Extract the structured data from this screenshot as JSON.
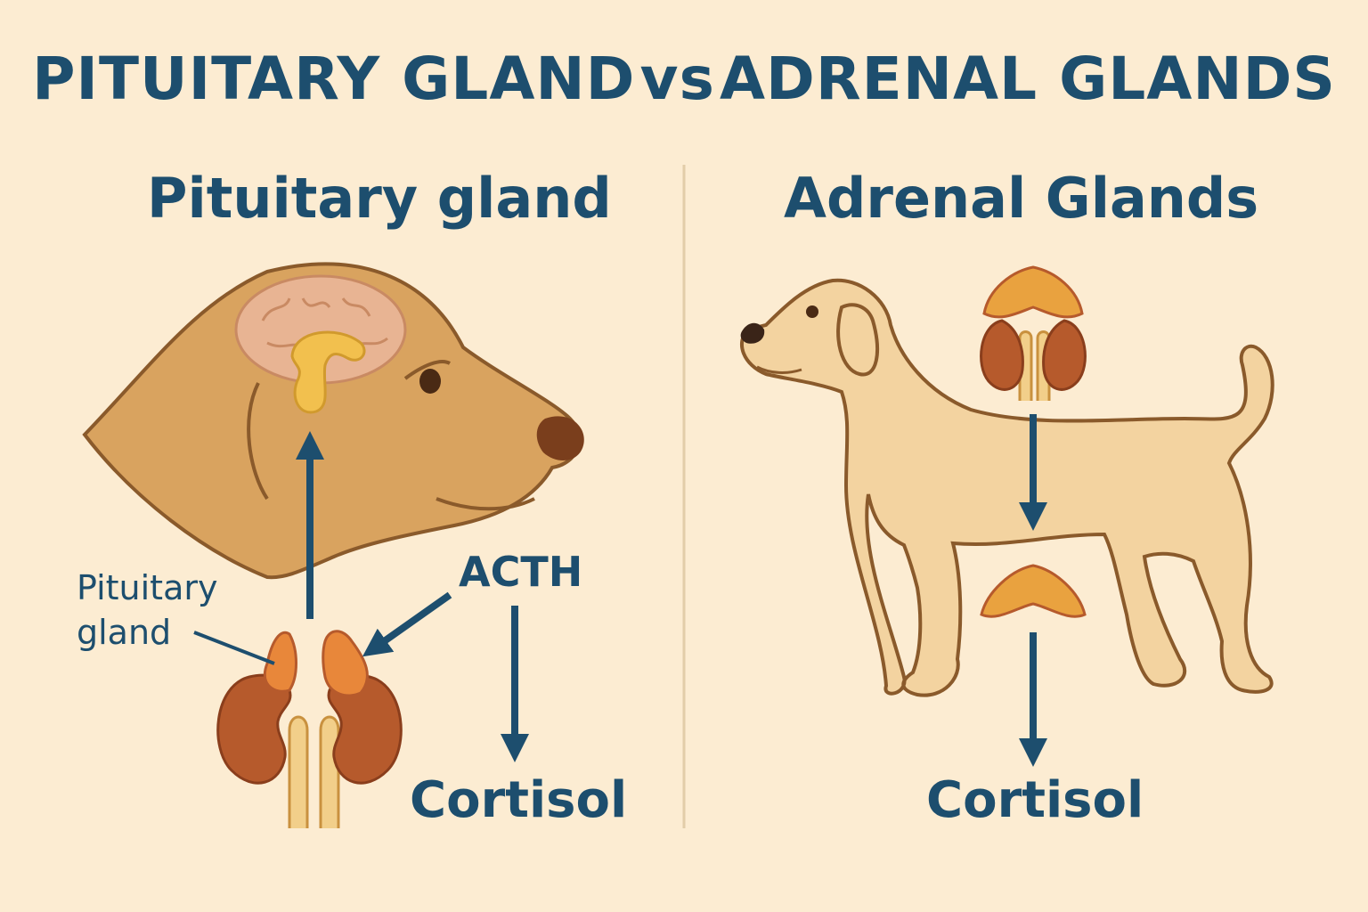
{
  "title": {
    "left": "PITUITARY GLAND",
    "vs": "vs",
    "right": "ADRENAL GLANDS"
  },
  "left_panel": {
    "heading": "Pituitary gland",
    "callout_line1": "Pituitary",
    "callout_line2": "gland",
    "hormone_label": "ACTH",
    "output_label": "Cortisol"
  },
  "right_panel": {
    "heading": "Adrenal Glands",
    "output_label": "Cortisol"
  },
  "colors": {
    "background": "#fcecd2",
    "text": "#1d4e6e",
    "arrow": "#1d4e6e",
    "dog_head": "#d9a35f",
    "dog_body": "#f3d3a0",
    "outline": "#8a5a2b",
    "pituitary": "#f2c04e",
    "brain": "#e8b493",
    "kidney": "#b65a2c",
    "adrenal": "#e8873a",
    "adrenal_cap": "#e9a23f"
  }
}
